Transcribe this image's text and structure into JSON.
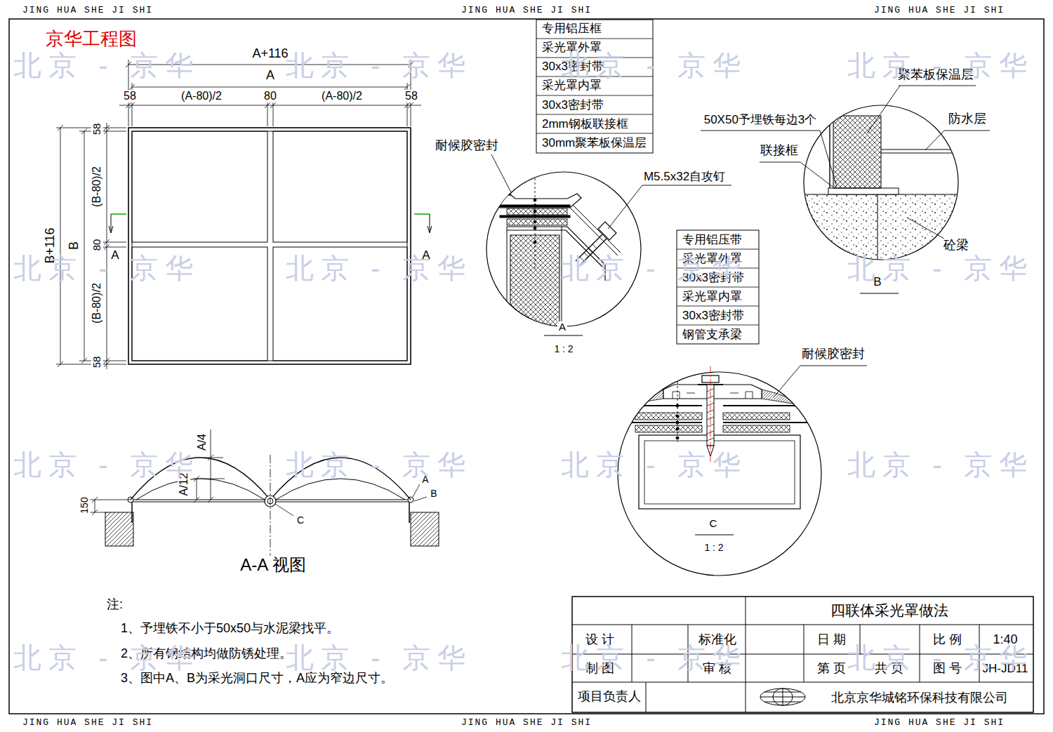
{
  "diagram": {
    "title": "四联体采光罩做法",
    "labels": [
      "JING HUA SHE JI SHI",
      "JING HUA SHE JI SHI",
      "JING HUA SHE JI SHI",
      "京华工程图",
      "A+116",
      "A",
      "58",
      "(A-80)/2",
      "80",
      "(A-80)/2",
      "58",
      "58",
      "(B-80)/2",
      "80",
      "(B-80)/2",
      "58",
      "B+116",
      "B",
      "A",
      "A",
      "专用铝压框",
      "采光罩外罩",
      "30x3密封带",
      "采光罩内罩",
      "30x3密封带",
      "2mm钢板联接框",
      "30mm聚苯板保温层",
      "耐候胶密封",
      "M5.5x32自攻钉",
      "A",
      "1 : 2",
      "聚苯板保温层",
      "50X50予埋铁每边3个",
      "防水层",
      "联接框",
      "砼梁",
      "B",
      "专用铝压带",
      "采光罩外罩",
      "30x3密封带",
      "采光罩内罩",
      "30x3密封带",
      "钢管支承梁",
      "耐候胶密封",
      "C",
      "1 : 2",
      "A/4",
      "A/12",
      "150",
      "A",
      "B",
      "C",
      "A-A 视图",
      "注:",
      "1、予埋铁不小于50x50与水泥梁找平。",
      "2、所有钢结构均做防锈处理。",
      "3、图中A、B为采光洞口尺寸，A应为窄边尺寸。",
      "设 计",
      "标准化",
      "日 期",
      "比 例",
      "1:40",
      "制 图",
      "审 核",
      "第 页",
      "共 页",
      "图 号",
      "JH-JD11",
      "项目负责人",
      "北京京华城铭环保科技有限公司",
      "JING HUA SHE JI SHI",
      "JING HUA SHE JI SHI",
      "JING HUA SHE JI SHI",
      "北京 - 京华",
      "北京 - 京华",
      "北京 - 京华",
      "北京 - 京华",
      "北京 - 京华",
      "北京 - 京华",
      "北京 - 京华",
      "北京 - 京华",
      "北京 - 京华",
      "北京 - 京华",
      "北京 - 京华",
      "北京 - 京华",
      "北京 - 京华",
      "北京 - 京华",
      "北京 - 京华",
      "北京 - 京华"
    ]
  }
}
